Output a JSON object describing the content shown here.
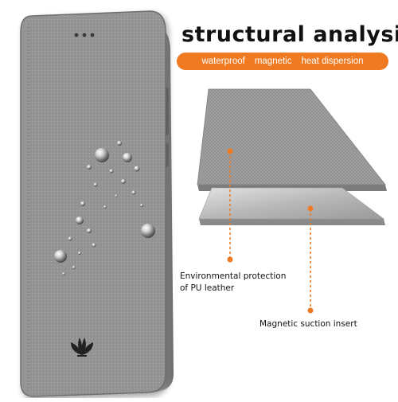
{
  "heading": {
    "title": "structural analysis",
    "features": [
      "waterproof",
      "magnetic",
      "heat dispersion"
    ]
  },
  "callouts": {
    "pu_line1": "Environmental protection",
    "pu_line2": "of PU leather",
    "magnetic": "Magnetic suction insert"
  },
  "colors": {
    "accent": "#f07a22",
    "case_gray": "#9a9a9a",
    "metal_gray": "#bdbdbd"
  },
  "icons": {
    "logo": "leaf-emblem-logo",
    "droplets": "water-droplet-icon"
  }
}
